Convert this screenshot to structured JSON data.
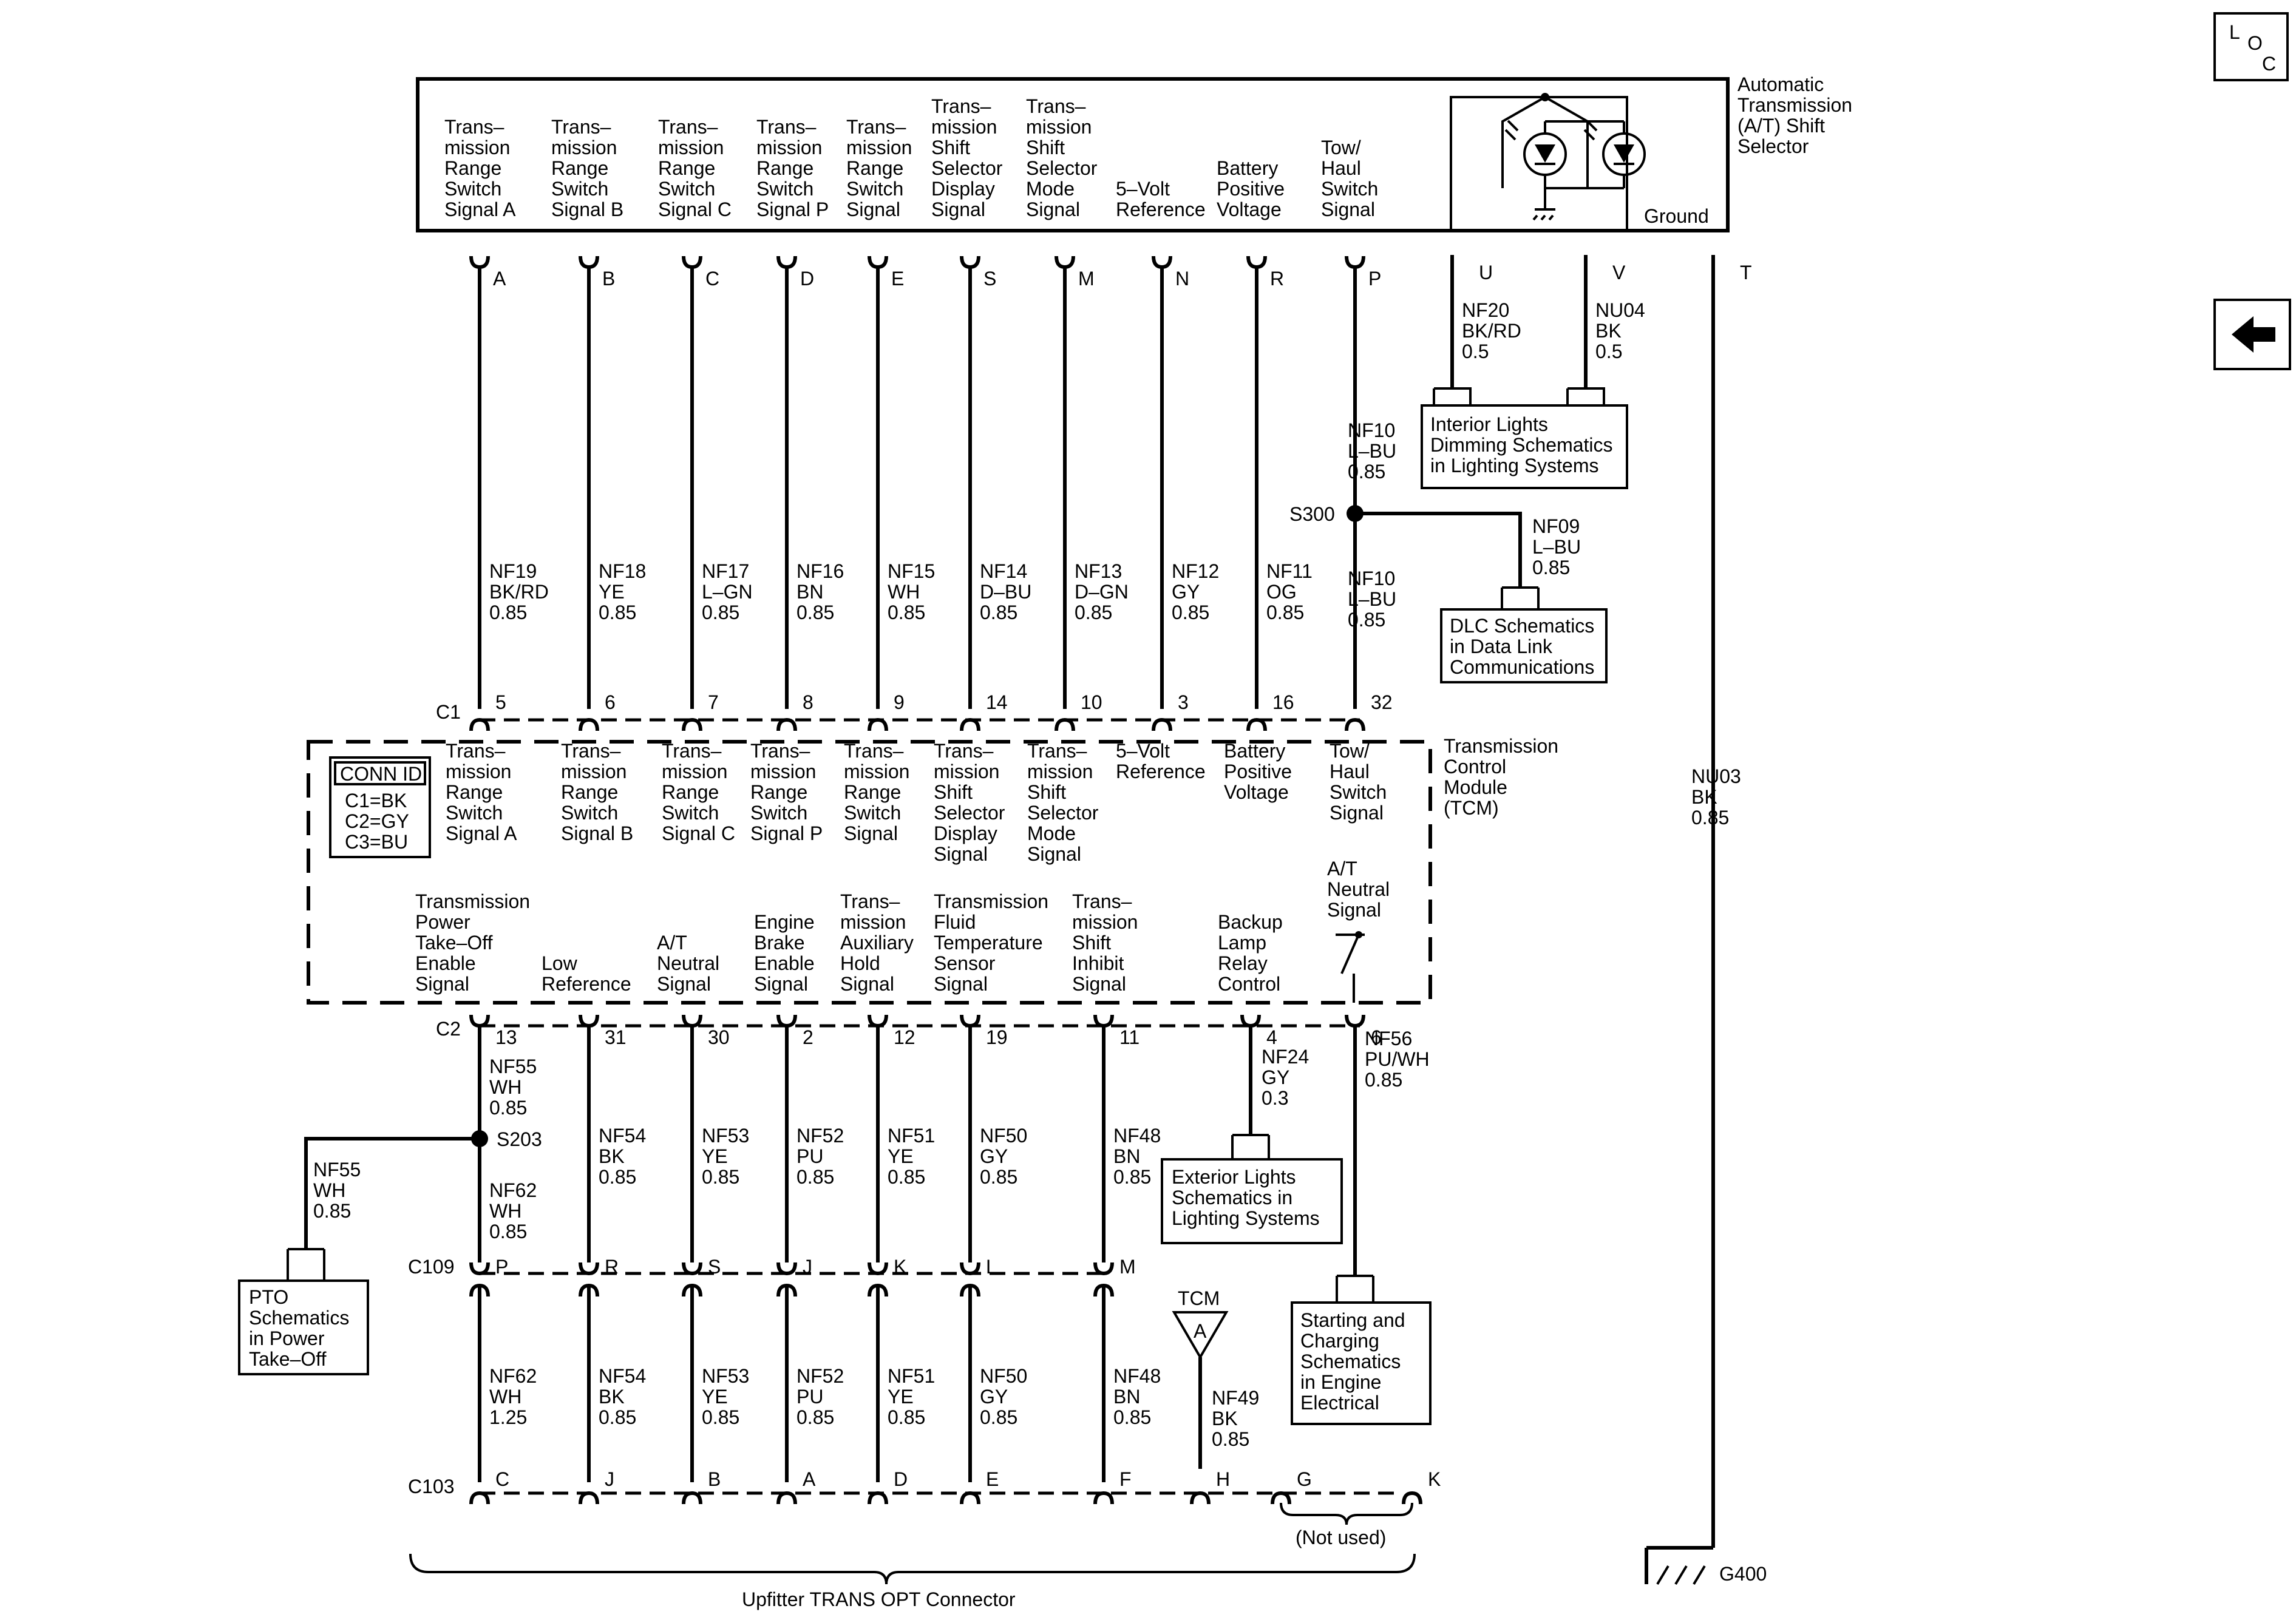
{
  "shift_selector": {
    "title": [
      "Automatic",
      "Transmission",
      "(A/T) Shift",
      "Selector"
    ],
    "ground_label": "Ground"
  },
  "columns": [
    {
      "id": "a",
      "sel_label": [
        "Trans–",
        "mission",
        "Range",
        "Switch",
        "Signal A"
      ],
      "top_pin": "A",
      "wire": [
        "NF19",
        "BK/RD",
        "0.85"
      ],
      "c1_pin": "5",
      "tcm_c1_label": [
        "Trans–",
        "mission",
        "Range",
        "Switch",
        "Signal A"
      ]
    },
    {
      "id": "b",
      "sel_label": [
        "Trans–",
        "mission",
        "Range",
        "Switch",
        "Signal B"
      ],
      "top_pin": "B",
      "wire": [
        "NF18",
        "YE",
        "0.85"
      ],
      "c1_pin": "6",
      "tcm_c1_label": [
        "Trans–",
        "mission",
        "Range",
        "Switch",
        "Signal B"
      ]
    },
    {
      "id": "c",
      "sel_label": [
        "Trans–",
        "mission",
        "Range",
        "Switch",
        "Signal C"
      ],
      "top_pin": "C",
      "wire": [
        "NF17",
        "L–GN",
        "0.85"
      ],
      "c1_pin": "7",
      "tcm_c1_label": [
        "Trans–",
        "mission",
        "Range",
        "Switch",
        "Signal C"
      ]
    },
    {
      "id": "p",
      "sel_label": [
        "Trans–",
        "mission",
        "Range",
        "Switch",
        "Signal P"
      ],
      "top_pin": "D",
      "wire": [
        "NF16",
        "BN",
        "0.85"
      ],
      "c1_pin": "8",
      "tcm_c1_label": [
        "Trans–",
        "mission",
        "Range",
        "Switch",
        "Signal P"
      ]
    },
    {
      "id": "sig",
      "sel_label": [
        "Trans–",
        "mission",
        "Range",
        "Switch",
        "Signal"
      ],
      "top_pin": "E",
      "wire": [
        "NF15",
        "WH",
        "0.85"
      ],
      "c1_pin": "9",
      "tcm_c1_label": [
        "Trans–",
        "mission",
        "Range",
        "Switch",
        "Signal"
      ]
    },
    {
      "id": "disp",
      "sel_label": [
        "Trans–",
        "mission",
        "Shift",
        "Selector",
        "Display",
        "Signal"
      ],
      "top_pin": "S",
      "wire": [
        "NF14",
        "D–BU",
        "0.85"
      ],
      "c1_pin": "14",
      "tcm_c1_label": [
        "Trans–",
        "mission",
        "Shift",
        "Selector",
        "Display",
        "Signal"
      ]
    },
    {
      "id": "mode",
      "sel_label": [
        "Trans–",
        "mission",
        "Shift",
        "Selector",
        "Mode",
        "Signal"
      ],
      "top_pin": "M",
      "wire": [
        "NF13",
        "D–GN",
        "0.85"
      ],
      "c1_pin": "10",
      "tcm_c1_label": [
        "Trans–",
        "mission",
        "Shift",
        "Selector",
        "Mode",
        "Signal"
      ]
    },
    {
      "id": "ref",
      "sel_label": [
        "5–Volt",
        "Reference"
      ],
      "top_pin": "N",
      "wire": [
        "NF12",
        "GY",
        "0.85"
      ],
      "c1_pin": "3",
      "tcm_c1_label": [
        "5–Volt",
        "Reference"
      ]
    },
    {
      "id": "batt",
      "sel_label": [
        "Battery",
        "Positive",
        "Voltage"
      ],
      "top_pin": "R",
      "wire": [
        "NF11",
        "OG",
        "0.85"
      ],
      "c1_pin": "16",
      "tcm_c1_label": [
        "Battery",
        "Positive",
        "Voltage"
      ]
    },
    {
      "id": "tow",
      "sel_label": [
        "Tow/",
        "Haul",
        "Switch",
        "Signal"
      ],
      "top_pin": "P",
      "wire": [
        "NF10",
        "L–BU",
        "0.85"
      ],
      "wire_lower": [
        "NF10",
        "L–BU",
        "0.85"
      ],
      "c1_pin": "32",
      "tcm_c1_label": [
        "Tow/",
        "Haul",
        "Switch",
        "Signal"
      ]
    }
  ],
  "lighting": {
    "pin_u": "U",
    "pin_v": "V",
    "pin_t": "T",
    "wire_u": [
      "NF20",
      "BK/RD",
      "0.5"
    ],
    "wire_v": [
      "NU04",
      "BK",
      "0.5"
    ],
    "ref_box": [
      "Interior Lights",
      "Dimming Schematics",
      "in Lighting Systems"
    ]
  },
  "splice_s300": {
    "name": "S300",
    "wire": [
      "NF09",
      "L–BU",
      "0.85"
    ],
    "ref_box": [
      "DLC Schematics",
      "in Data Link",
      "Communications"
    ]
  },
  "ground_wire": [
    "NU03",
    "BK",
    "0.85"
  ],
  "ground_name": "G400",
  "tcm": {
    "title": [
      "Transmission",
      "Control",
      "Module",
      "(TCM)"
    ],
    "conn_id_title": "CONN ID",
    "conn_ids": [
      "C1=BK",
      "C2=GY",
      "C3=BU"
    ],
    "c1": "C1",
    "c2": "C2",
    "switch_label": [
      "A/T",
      "Neutral",
      "Signal"
    ]
  },
  "c2_columns": [
    {
      "label": [
        "Transmission",
        "Power",
        "Take–Off",
        "Enable",
        "Signal"
      ],
      "pin": "13",
      "wire": [
        "NF55",
        "WH",
        "0.85"
      ]
    },
    {
      "label": [
        "Low",
        "Reference"
      ],
      "pin": "31",
      "wire": [
        "NF54",
        "BK",
        "0.85"
      ]
    },
    {
      "label": [
        "A/T",
        "Neutral",
        "Signal"
      ],
      "pin": "30",
      "wire": [
        "NF53",
        "YE",
        "0.85"
      ]
    },
    {
      "label": [
        "Engine",
        "Brake",
        "Enable",
        "Signal"
      ],
      "pin": "2",
      "wire": [
        "NF52",
        "PU",
        "0.85"
      ]
    },
    {
      "label": [
        "Trans–",
        "mission",
        "Auxiliary",
        "Hold",
        "Signal"
      ],
      "pin": "12",
      "wire": [
        "NF51",
        "YE",
        "0.85"
      ]
    },
    {
      "label": [
        "Transmission",
        "Fluid",
        "Temperature",
        "Sensor",
        "Signal"
      ],
      "pin": "19",
      "wire": [
        "NF50",
        "GY",
        "0.85"
      ]
    },
    {
      "label": [
        "Trans–",
        "mission",
        "Shift",
        "Inhibit",
        "Signal"
      ],
      "pin": "11",
      "wire": [
        "NF48",
        "BN",
        "0.85"
      ]
    },
    {
      "label": [
        "Backup",
        "Lamp",
        "Relay",
        "Control"
      ],
      "pin": "4",
      "wire": [
        "NF24",
        "GY",
        "0.3"
      ]
    },
    {
      "label": [],
      "pin": "6",
      "wire": [
        "NF56",
        "PU/WH",
        "0.85"
      ]
    }
  ],
  "s203": {
    "name": "S203",
    "wire_branch": [
      "NF55",
      "WH",
      "0.85"
    ],
    "wire_down": [
      "NF62",
      "WH",
      "0.85"
    ],
    "pto_box": [
      "PTO",
      "Schematics",
      "in Power",
      "Take–Off"
    ]
  },
  "exterior_box": [
    "Exterior Lights",
    "Schematics in",
    "Lighting Systems"
  ],
  "starting_box": [
    "Starting and",
    "Charging",
    "Schematics",
    "in Engine",
    "Electrical"
  ],
  "c109": {
    "name": "C109",
    "pins": [
      "P",
      "R",
      "S",
      "J",
      "K",
      "L",
      "M"
    ]
  },
  "lower_wires": [
    [
      "NF62",
      "WH",
      "1.25"
    ],
    [
      "NF54",
      "BK",
      "0.85"
    ],
    [
      "NF53",
      "YE",
      "0.85"
    ],
    [
      "NF52",
      "PU",
      "0.85"
    ],
    [
      "NF51",
      "YE",
      "0.85"
    ],
    [
      "NF50",
      "GY",
      "0.85"
    ],
    [
      "NF48",
      "BN",
      "0.85"
    ]
  ],
  "tcm_ground": {
    "label": "TCM",
    "letter": "A",
    "wire": [
      "NF49",
      "BK",
      "0.85"
    ]
  },
  "c103": {
    "name": "C103",
    "pins": [
      "C",
      "J",
      "B",
      "A",
      "D",
      "E",
      "F",
      "H",
      "G",
      "K"
    ],
    "not_used": "(Not used)",
    "connector_name": "Upfitter TRANS OPT Connector"
  },
  "nav": {
    "loc_letters": [
      "L",
      "O",
      "C"
    ]
  }
}
